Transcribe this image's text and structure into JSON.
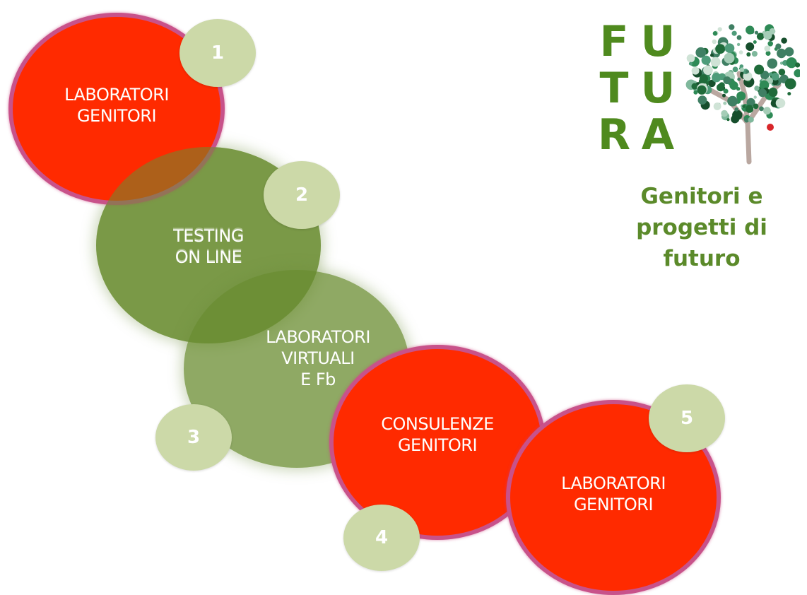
{
  "steps": [
    {
      "number": "1",
      "label": "LABORATORI\nGENITORI"
    },
    {
      "number": "2",
      "label": "TESTING\nON LINE"
    },
    {
      "number": "3",
      "label": "LABORATORI\nVIRTUALI\nE Fb"
    },
    {
      "number": "4",
      "label": "CONSULENZE\nGENITORI"
    },
    {
      "number": "5",
      "label": "LABORATORI\nGENITORI"
    }
  ],
  "logo": {
    "letters": [
      "F",
      "U",
      "T",
      "U",
      "R",
      "A"
    ],
    "tagline": "Genitori e\nprogetti di\nfuturo"
  },
  "colors": {
    "red": "#ff2a00",
    "red_border": "#c8528a",
    "green": "#6e8c30",
    "number_badge": "#ccd9a8",
    "logo_green": "#4f8a1e"
  }
}
